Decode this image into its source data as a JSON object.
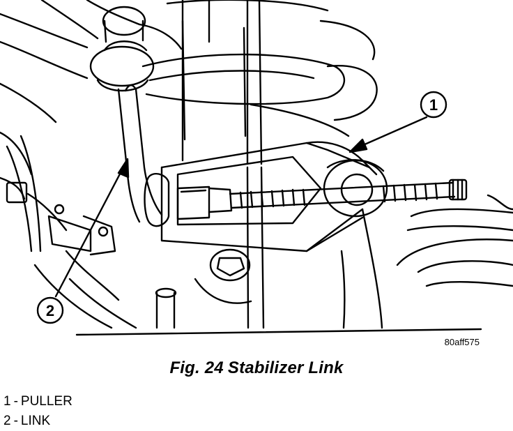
{
  "figure": {
    "label": "Fig. 24",
    "title": "Stabilizer Link",
    "code": "80aff575"
  },
  "callouts": [
    {
      "number": "1",
      "name": "PULLER"
    },
    {
      "number": "2",
      "name": "LINK"
    }
  ],
  "legend": [
    {
      "number": "1",
      "separator": "-",
      "text": "PULLER"
    },
    {
      "number": "2",
      "separator": "-",
      "text": "LINK"
    }
  ],
  "colors": {
    "ink": "#000000",
    "paper": "#ffffff"
  }
}
